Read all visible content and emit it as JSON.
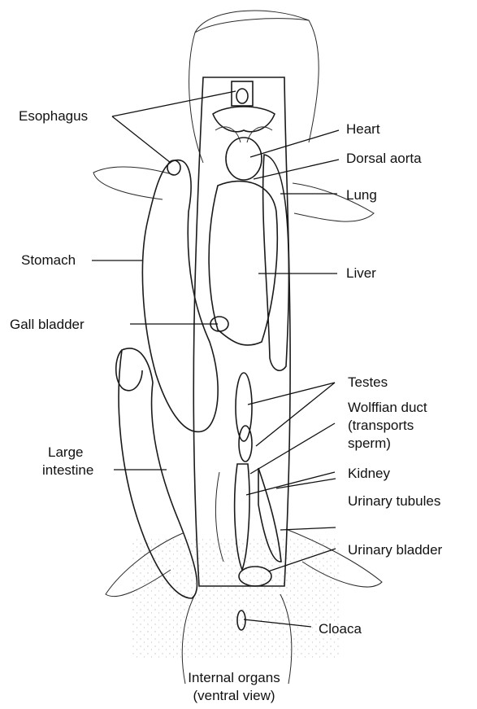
{
  "labels": {
    "esophagus": "Esophagus",
    "stomach": "Stomach",
    "gall_bladder": "Gall bladder",
    "large_intestine_line1": "Large",
    "large_intestine_line2": "intestine",
    "heart": "Heart",
    "dorsal_aorta": "Dorsal aorta",
    "lung": "Lung",
    "liver": "Liver",
    "testes": "Testes",
    "wolffian_line1": "Wolffian duct",
    "wolffian_line2": "(transports",
    "wolffian_line3": "sperm)",
    "kidney": "Kidney",
    "urinary_tubules": "Urinary tubules",
    "urinary_bladder": "Urinary bladder",
    "cloaca": "Cloaca"
  },
  "caption": {
    "line1": "Internal organs",
    "line2": "(ventral view)"
  }
}
